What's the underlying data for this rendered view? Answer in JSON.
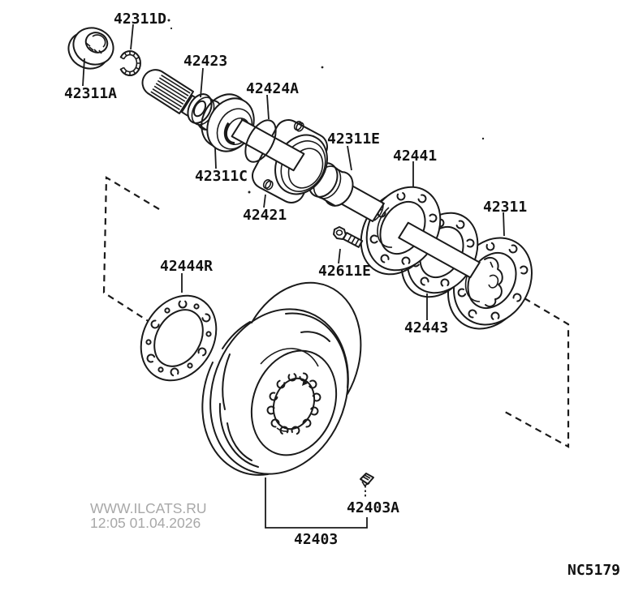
{
  "diagram": {
    "part_labels": [
      "42311D",
      "42311A",
      "42423",
      "42424A",
      "42311C",
      "42421",
      "42311E",
      "42441",
      "42311",
      "42611E",
      "42443",
      "42444R",
      "42403A",
      "42403"
    ],
    "drawing_code": "NC5179",
    "watermark": {
      "line1": "WWW.ILCATS.RU",
      "line2": "12:05 01.04.2026"
    },
    "colors": {
      "line": "#1a1a1a",
      "watermark": "#a8a8a8",
      "background": "#ffffff"
    }
  }
}
